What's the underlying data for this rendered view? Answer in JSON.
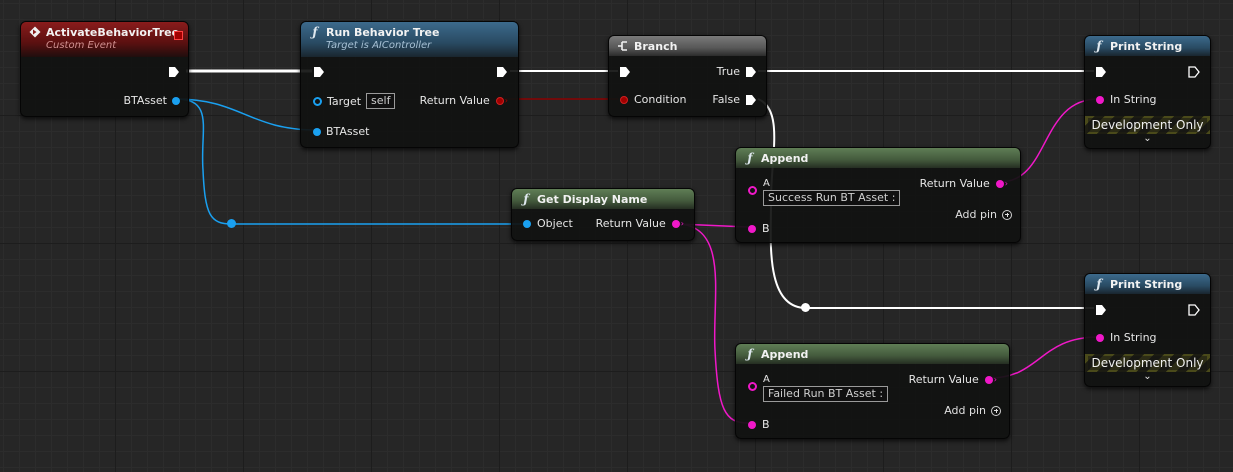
{
  "nodes": {
    "event": {
      "title": "ActivateBehaviorTree",
      "subtitle": "Custom Event",
      "icon": "event-diamond-icon",
      "pin_bt_asset": "BTAsset",
      "header_color": "#8a1c1c"
    },
    "run_bt": {
      "title": "Run Behavior Tree",
      "subtitle": "Target is AIController",
      "icon": "function-icon",
      "pin_target": "Target",
      "target_value": "self",
      "pin_return_value": "Return Value",
      "pin_bt_asset": "BTAsset",
      "header_color": "#3c6a8c"
    },
    "branch": {
      "title": "Branch",
      "icon": "branch-icon",
      "pin_condition": "Condition",
      "pin_true": "True",
      "pin_false": "False",
      "header_color": "#7a7a7a"
    },
    "print_success": {
      "title": "Print String",
      "pin_in_string": "In String",
      "dev_only": "Development Only",
      "header_color": "#3c6a8c"
    },
    "append_success": {
      "title": "Append",
      "pin_a": "A",
      "a_value": "Success Run BT Asset :",
      "pin_b": "B",
      "pin_return_value": "Return Value",
      "add_pin": "Add pin",
      "header_color": "#5f7d55"
    },
    "get_display_name": {
      "title": "Get Display Name",
      "pin_object": "Object",
      "pin_return_value": "Return Value",
      "header_color": "#5f7d55"
    },
    "print_failed": {
      "title": "Print String",
      "pin_in_string": "In String",
      "dev_only": "Development Only",
      "header_color": "#3c6a8c"
    },
    "append_failed": {
      "title": "Append",
      "pin_a": "A",
      "a_value": "Failed Run BT Asset :",
      "pin_b": "B",
      "pin_return_value": "Return Value",
      "add_pin": "Add pin",
      "header_color": "#5f7d55"
    }
  },
  "colors": {
    "exec_wire": "#ffffff",
    "object_wire": "#1aa0f0",
    "bool_wire": "#a00000",
    "string_wire": "#f018c8",
    "graph_bg": "#262626"
  }
}
